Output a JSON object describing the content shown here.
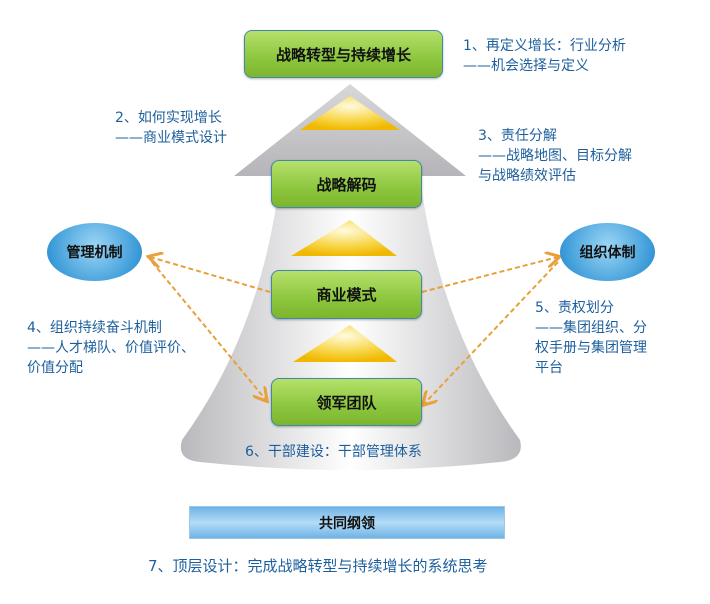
{
  "boxes": {
    "top": "战略转型与持续增长",
    "decode": "战略解码",
    "business_model": "商业模式",
    "leadership_team": "领军团队"
  },
  "circles": {
    "left": "管理机制",
    "right": "组织体制"
  },
  "base_bar": "共同纲领",
  "notes": {
    "n1": [
      "1、再定义增长：行业分析",
      "——机会选择与定义"
    ],
    "n2": [
      "2、如何实现增长",
      "——商业模式设计"
    ],
    "n3": [
      "3、责任分解",
      "——战略地图、目标分解",
      "与战略绩效评估"
    ],
    "n4": [
      "4、组织持续奋斗机制",
      "——人才梯队、价值评价、",
      "价值分配"
    ],
    "n5": [
      "5、责权划分",
      "——集团组织、分",
      "权手册与集团管理",
      "平台"
    ],
    "n6": "6、干部建设：干部管理体系",
    "n7": "7、顶层设计：完成战略转型与持续增长的系统思考"
  },
  "colors": {
    "text": "#1d5f9c",
    "box_green": "#8cc63e",
    "arrow_dash": "#e8a03a",
    "triangle": "#f5c518"
  }
}
